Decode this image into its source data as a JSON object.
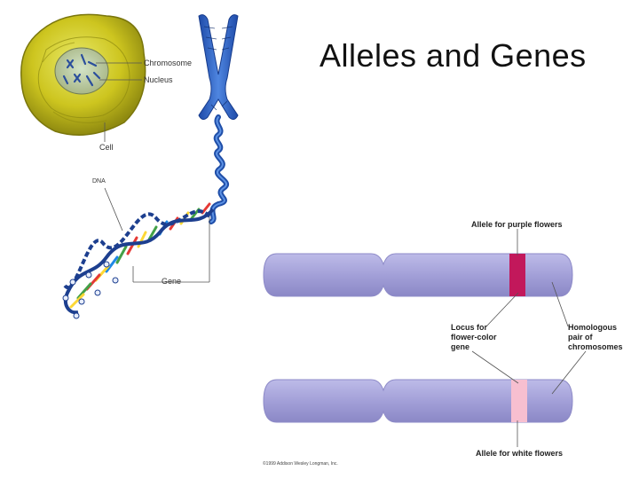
{
  "slide": {
    "title": "Alleles and Genes"
  },
  "left_figure": {
    "labels": {
      "chromosome": "Chromosome",
      "nucleus": "Nucleus",
      "cell": "Cell",
      "dna": "DNA",
      "gene": "Gene"
    }
  },
  "right_figure": {
    "labels": {
      "allele_purple": "Allele for purple flowers",
      "locus": "Locus for\nflower-color\ngene",
      "homologous": "Homologous\npair of\nchromosomes",
      "allele_white": "Allele for white flowers"
    },
    "copyright": "©1999 Addison Wesley Longman, Inc.",
    "colors": {
      "chromosome_body": "#a9a6dc",
      "purple_allele": "#c2185b",
      "white_allele": "#f7bfd0"
    }
  }
}
